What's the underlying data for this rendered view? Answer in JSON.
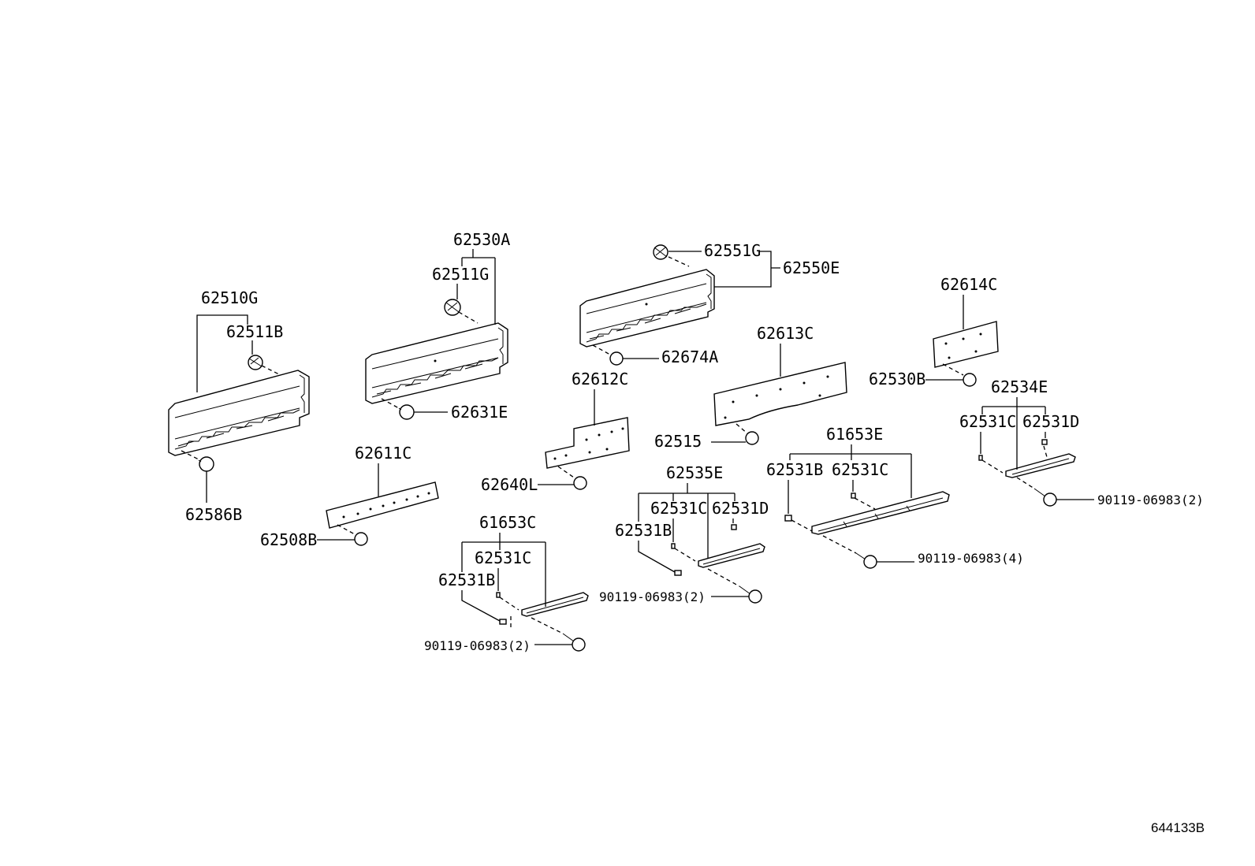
{
  "labels": {
    "p62510G": "62510G",
    "p62511B": "62511B",
    "p62586B": "62586B",
    "p62530A": "62530A",
    "p62511G": "62511G",
    "p62631E": "62631E",
    "p62611C": "62611C",
    "p62508B": "62508B",
    "p62551G": "62551G",
    "p62550E": "62550E",
    "p62674A": "62674A",
    "p62612C": "62612C",
    "p62640L": "62640L",
    "p62613C": "62613C",
    "p62515": "62515",
    "p62614C": "62614C",
    "p62530B": "62530B",
    "p62534E": "62534E",
    "p62531C_r": "62531C",
    "p62531D_r": "62531D",
    "bolt_r": "90119-06983(2)",
    "p61653E": "61653E",
    "p62531B_m": "62531B",
    "p62531C_m": "62531C",
    "bolt_m": "90119-06983(4)",
    "p62535E": "62535E",
    "p62531C_c": "62531C",
    "p62531D_c": "62531D",
    "p62531B_c": "62531B",
    "bolt_c": "90119-06983(2)",
    "p61653C": "61653C",
    "p62531C_l": "62531C",
    "p62531B_l": "62531B",
    "bolt_l": "90119-06983(2)"
  },
  "diagram_code": "644133B"
}
